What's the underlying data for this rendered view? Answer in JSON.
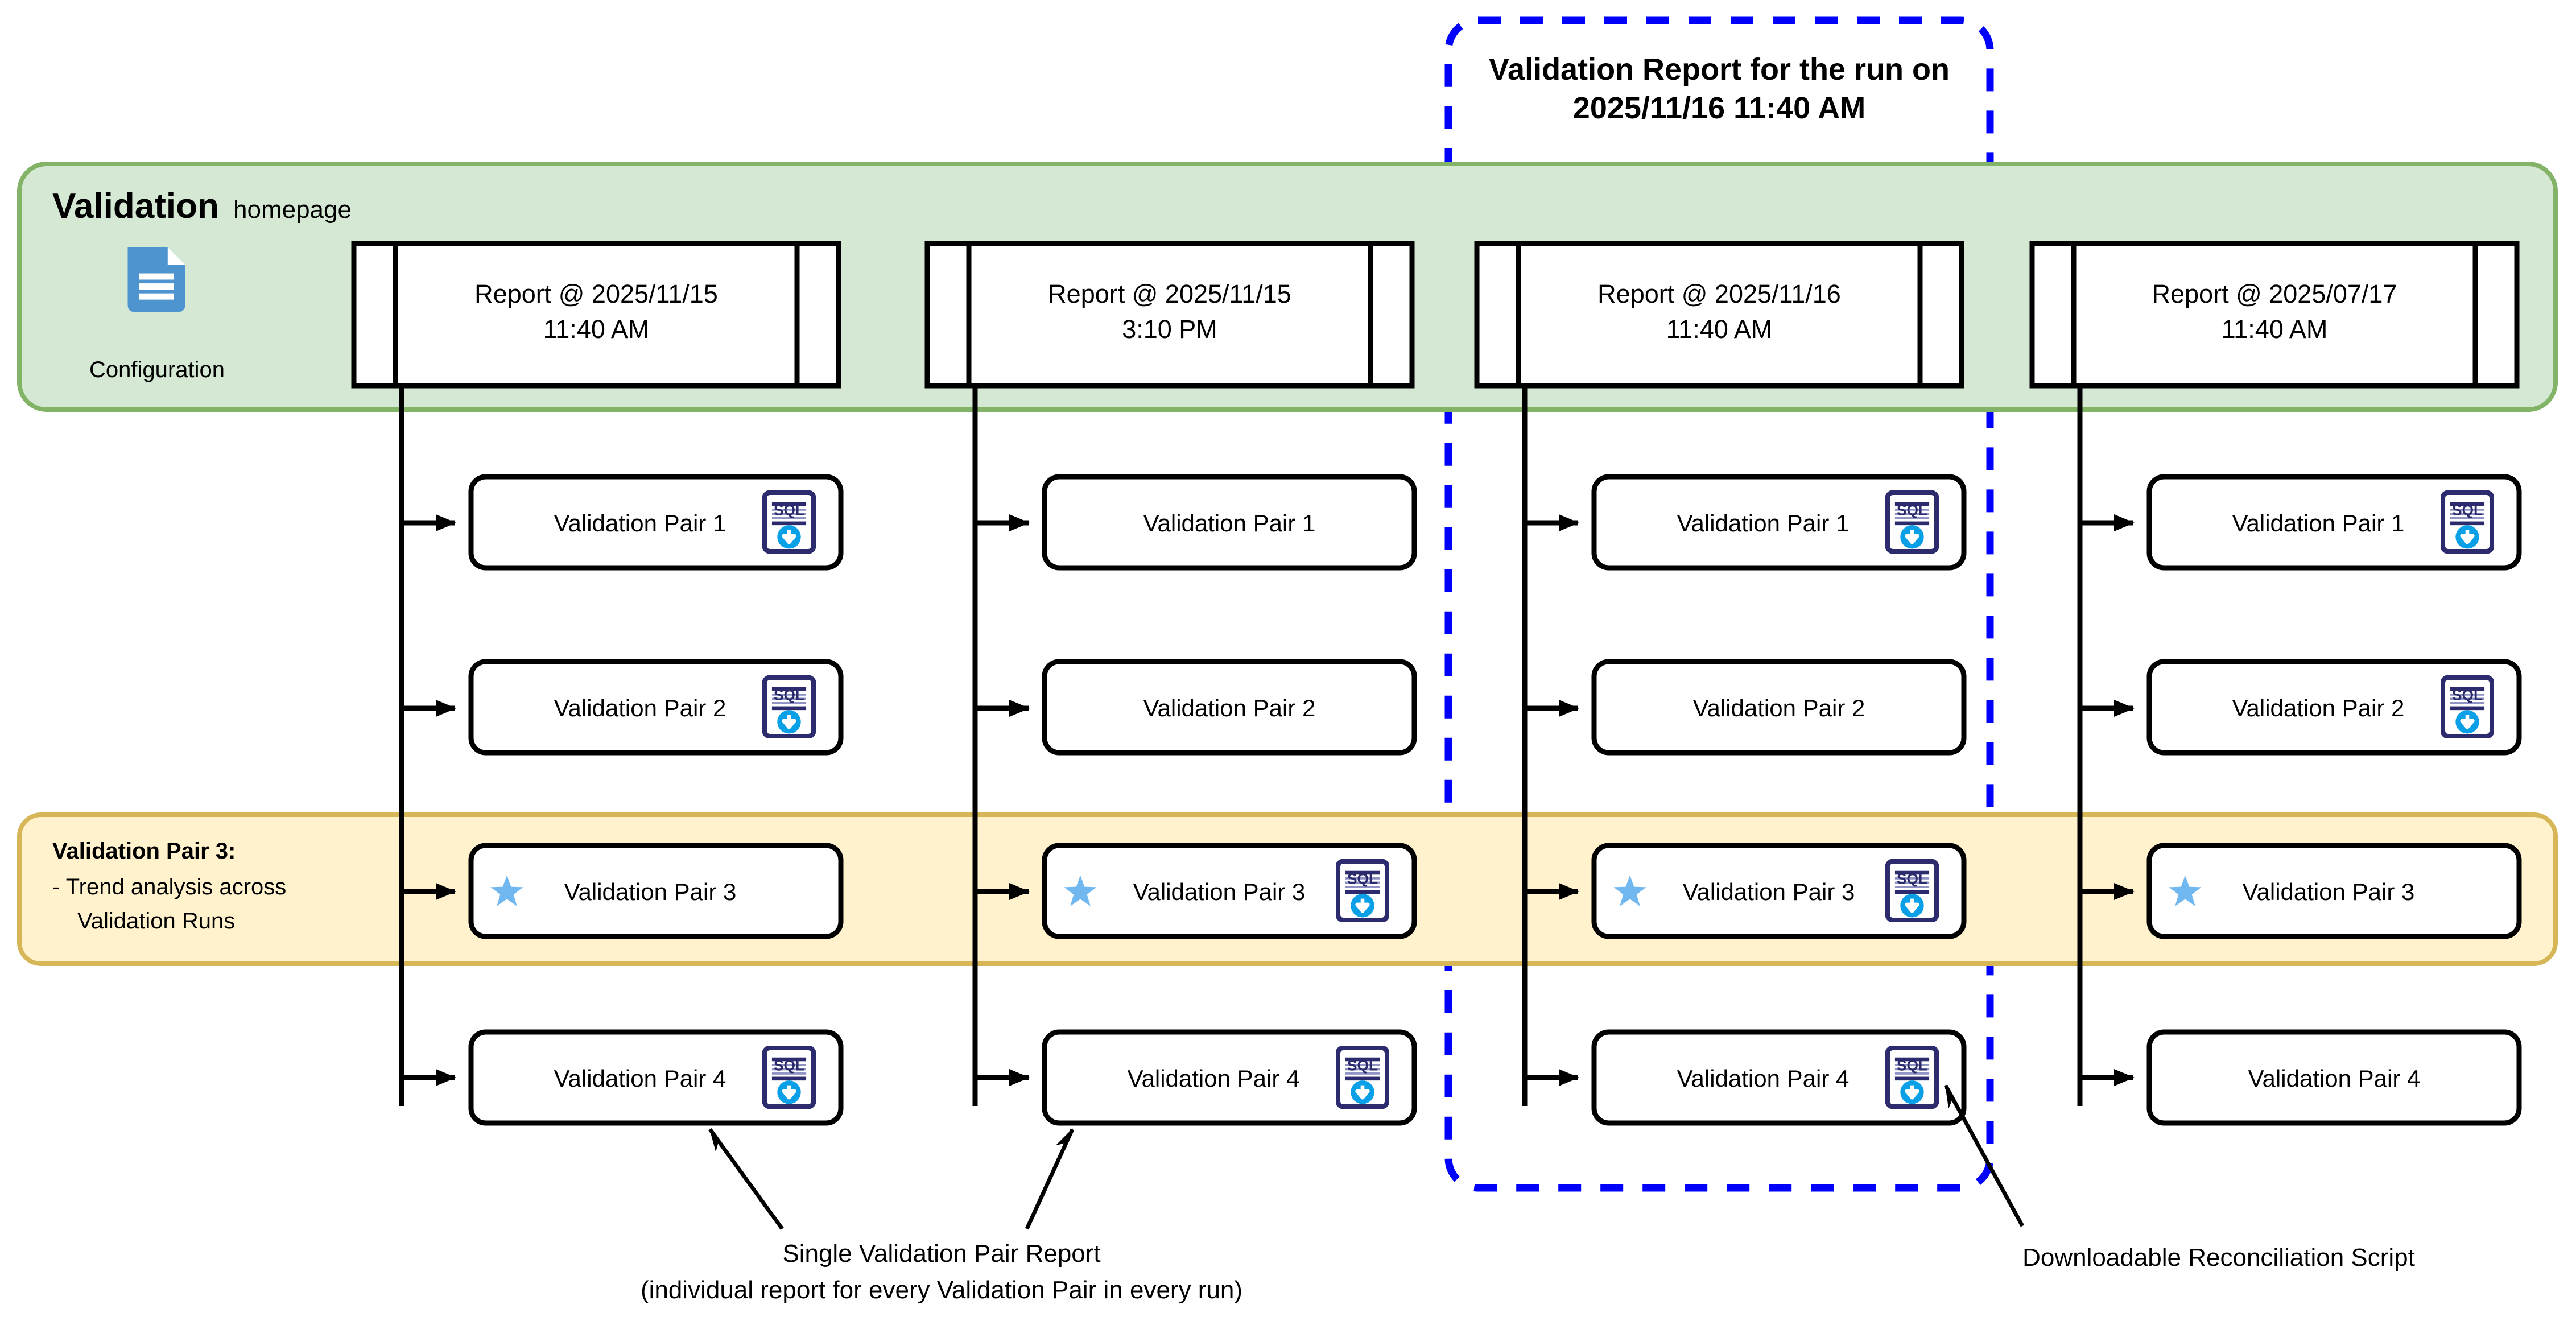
{
  "callout": {
    "line1": "Validation Report for the run on",
    "line2": "2025/11/16 11:40 AM",
    "color": "#0000ff"
  },
  "homepage_band": {
    "title": "Validation",
    "subtitle": "homepage",
    "fill": "#d5e8d4",
    "stroke": "#82b366",
    "config": {
      "icon": "document-icon",
      "label": "Configuration",
      "color": "#4e94ce"
    }
  },
  "trend_band": {
    "title": "Validation Pair 3:",
    "line1": "- Trend analysis across",
    "line2": "Validation Runs",
    "fill": "#fff2cc",
    "stroke": "#d6b656"
  },
  "columns": [
    {
      "report_line1": "Report @ 2025/11/15",
      "report_line2": "11:40 AM",
      "pairs": [
        {
          "label": "Validation Pair 1",
          "star": false,
          "sql": true
        },
        {
          "label": "Validation Pair 2",
          "star": false,
          "sql": true
        },
        {
          "label": "Validation Pair 3",
          "star": true,
          "sql": false
        },
        {
          "label": "Validation Pair 4",
          "star": false,
          "sql": true
        }
      ]
    },
    {
      "report_line1": "Report @ 2025/11/15",
      "report_line2": "3:10 PM",
      "pairs": [
        {
          "label": "Validation Pair 1",
          "star": false,
          "sql": false
        },
        {
          "label": "Validation Pair 2",
          "star": false,
          "sql": false
        },
        {
          "label": "Validation Pair 3",
          "star": true,
          "sql": true
        },
        {
          "label": "Validation Pair 4",
          "star": false,
          "sql": true
        }
      ]
    },
    {
      "report_line1": "Report @ 2025/11/16",
      "report_line2": "11:40 AM",
      "pairs": [
        {
          "label": "Validation Pair 1",
          "star": false,
          "sql": true
        },
        {
          "label": "Validation Pair 2",
          "star": false,
          "sql": false
        },
        {
          "label": "Validation Pair 3",
          "star": true,
          "sql": true
        },
        {
          "label": "Validation Pair 4",
          "star": false,
          "sql": true
        }
      ]
    },
    {
      "report_line1": "Report @ 2025/07/17",
      "report_line2": "11:40 AM",
      "pairs": [
        {
          "label": "Validation Pair 1",
          "star": false,
          "sql": true
        },
        {
          "label": "Validation Pair 2",
          "star": false,
          "sql": true
        },
        {
          "label": "Validation Pair 3",
          "star": true,
          "sql": false
        },
        {
          "label": "Validation Pair 4",
          "star": false,
          "sql": false
        }
      ]
    }
  ],
  "annotations": {
    "single_report_line1": "Single Validation Pair Report",
    "single_report_line2": "(individual report for every Validation Pair in every run)",
    "download_script": "Downloadable Reconciliation Script"
  },
  "icons": {
    "sql_icon_text": "SQL",
    "sql_icon_border": "#2b2b6e",
    "sql_icon_arrow": "#0aa0e8",
    "star_color": "#72b8f0"
  }
}
